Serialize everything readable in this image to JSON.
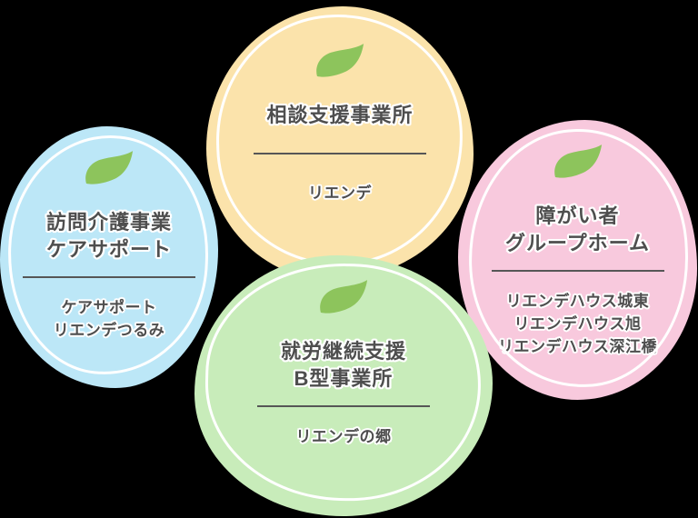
{
  "background_color": "#000000",
  "colors": {
    "leaf": "#8dc45c",
    "text": "#4e4e4e",
    "divider": "#565656",
    "ring": "#ffffff",
    "yellow_fill": "#fbe3ab",
    "blue_fill": "#bce7f7",
    "pink_fill": "#f8c9dd",
    "green_fill": "#c8ecba"
  },
  "cards": [
    {
      "name": "consultation-support-office",
      "fill": "#fbe3ab",
      "title_lines": [
        "相談支援事業所"
      ],
      "subtitle_lines": [
        "リエンデ"
      ]
    },
    {
      "name": "home-care-support",
      "fill": "#bce7f7",
      "title_lines": [
        "訪問介護事業",
        "ケアサポート"
      ],
      "subtitle_lines": [
        "ケアサポート",
        "リエンデつるみ"
      ]
    },
    {
      "name": "disability-group-home",
      "fill": "#f8c9dd",
      "title_lines": [
        "障がい者",
        "グループホーム"
      ],
      "subtitle_lines": [
        "リエンデハウス城東",
        "リエンデハウス旭",
        "リエンデハウス深江橋"
      ]
    },
    {
      "name": "employment-support-type-b",
      "fill": "#c8ecba",
      "title_lines": [
        "就労継続支援",
        "B型事業所"
      ],
      "subtitle_lines": [
        "リエンデの郷"
      ]
    }
  ]
}
